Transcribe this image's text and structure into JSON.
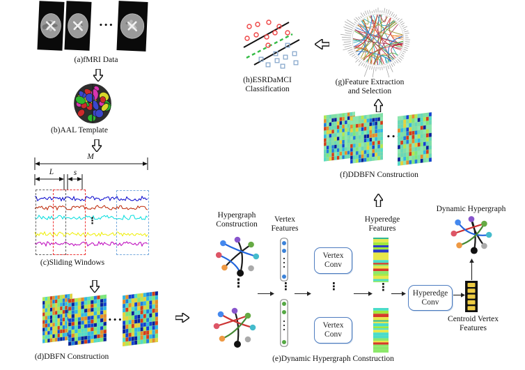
{
  "labels": {
    "a": "(a)fMRI Data",
    "b": "(b)AAL Template",
    "c": "(c)Sliding Windows",
    "d": "(d)DBFN Construction",
    "e": "(e)Dynamic Hypergraph Construction",
    "f": "(f)DDBFN Construction",
    "g_line1": "(g)Feature Extraction",
    "g_line2": "and Selection",
    "h_line1": "(h)ESRDaMCI",
    "h_line2": "Classification"
  },
  "window_annotations": {
    "total": "M",
    "window": "L",
    "stride": "s"
  },
  "e_section": {
    "hypergraph_construction_line1": "Hypergraph",
    "hypergraph_construction_line2": "Construction",
    "vertex_features_line1": "Vertex",
    "vertex_features_line2": "Features",
    "vertex_conv_line1": "Vertex",
    "vertex_conv_line2": "Conv",
    "hyperedge_features_line1": "Hyperedge",
    "hyperedge_features_line2": "Features",
    "hyperedge_conv_line1": "Hyperedge",
    "hyperedge_conv_line2": "Conv",
    "centroid_line1": "Centroid Vertex",
    "centroid_line2": "Features",
    "dynamic_hypergraph": "Dynamic Hypergraph"
  },
  "glyphs": {
    "hdots": "•••",
    "vdots": "⋮"
  },
  "colors": {
    "signal_colors": [
      "#0000cc",
      "#bb2200",
      "#00dddd",
      "#eeee00",
      "#bb00bb"
    ],
    "window_box_colors": [
      "#606060",
      "#ee3333",
      "#77aadd"
    ],
    "node_colors": {
      "tl": "#4488ee",
      "t": "#8855cc",
      "tr": "#66aa44",
      "r": "#44bbcc",
      "br": "#aaaaaa",
      "b": "#111111",
      "bl": "#ee9944",
      "l": "#dd5566"
    },
    "edge_colors": {
      "k": "#1a1a1a",
      "bl": "#2266dd",
      "r": "#cc3333",
      "g": "#448833"
    },
    "conv_box_border": "#4d7cc0",
    "vertex_feature_dot_colors": [
      "#3b82d8",
      "#55a844"
    ],
    "centroid_cell": "#eecc44",
    "heatmap_palette": [
      "#0a1f9e",
      "#1440d6",
      "#1e7ae0",
      "#2fb6e8",
      "#52dcc8",
      "#7ce87a",
      "#b6e84e",
      "#e8d23a",
      "#e88a2a",
      "#d63a1a"
    ],
    "heatmap_green_palette": [
      "#7ce0a8",
      "#68d8b8",
      "#8ae8b0"
    ],
    "stripe_palette": [
      "#e8e84a",
      "#8ce86a",
      "#4adcc8",
      "#a0e83c",
      "#2a38c8",
      "#d63a2a",
      "#30b890"
    ],
    "connectome_palette": [
      "#cc3333",
      "#3377cc",
      "#55aa44",
      "#ee8833",
      "#33aabb",
      "#aa3355",
      "#999933"
    ],
    "class_pos": "#ee4444",
    "class_neg": "#88a8cc",
    "separator_line": "#111111",
    "margin_line": "#33bb44",
    "aal_palette": [
      "#2fb82f",
      "#d833b0",
      "#cc2b2b",
      "#3a46cc",
      "#d8d82a"
    ]
  }
}
